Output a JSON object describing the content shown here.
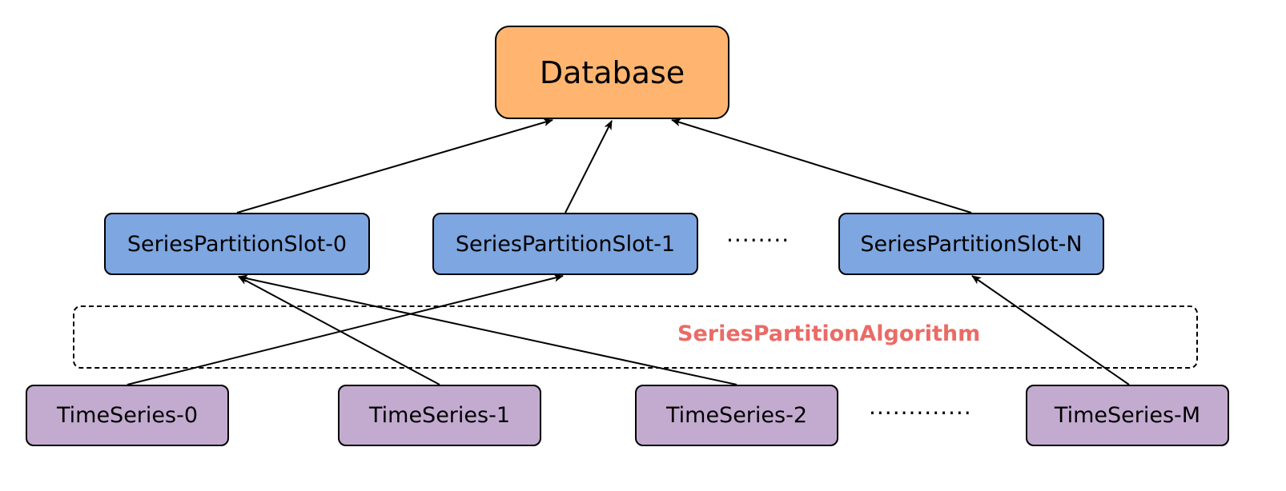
{
  "database": {
    "label": "Database"
  },
  "slots": [
    {
      "label": "SeriesPartitionSlot-0"
    },
    {
      "label": "SeriesPartitionSlot-1"
    },
    {
      "label": "SeriesPartitionSlot-N"
    }
  ],
  "slot_ellipsis": "········",
  "algorithm": {
    "label": "SeriesPartitionAlgorithm",
    "color": "#ea6b66"
  },
  "timeseries": [
    {
      "label": "TimeSeries-0"
    },
    {
      "label": "TimeSeries-1"
    },
    {
      "label": "TimeSeries-2"
    },
    {
      "label": "TimeSeries-M"
    }
  ],
  "timeseries_ellipsis": "·············",
  "colors": {
    "database_fill": "#ffb570",
    "slot_fill": "#7ea6e0",
    "timeseries_fill": "#c3abd0"
  }
}
